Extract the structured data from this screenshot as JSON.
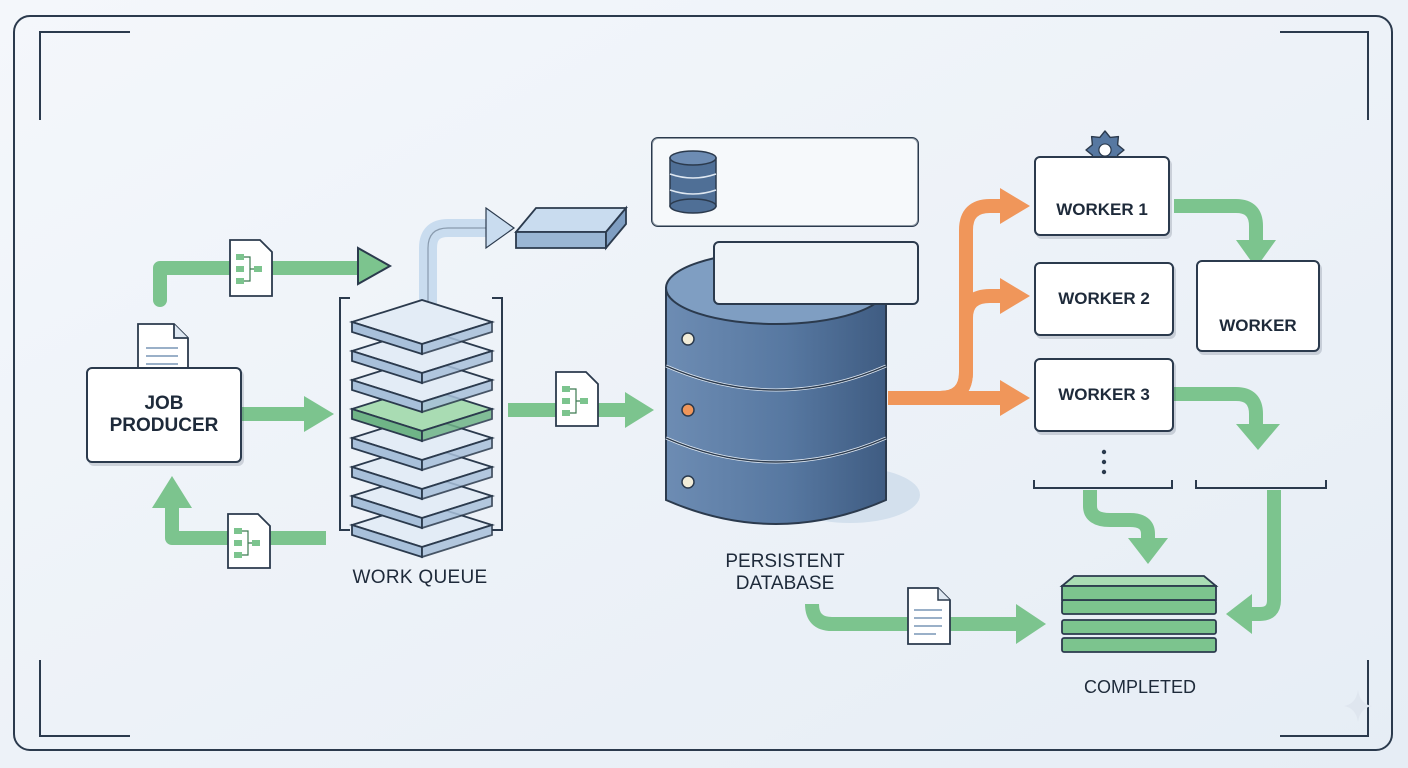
{
  "diagram": {
    "producer": {
      "label_line1": "JOB",
      "label_line2": "PRODUCER"
    },
    "queue": {
      "label": "WORK QUEUE"
    },
    "database": {
      "label_line1": "PERSISTENT",
      "label_line2": "DATABASE"
    },
    "workers": [
      {
        "label": "WORKER 1"
      },
      {
        "label": "WORKER 2"
      },
      {
        "label": "WORKER 3"
      }
    ],
    "extra_worker": {
      "label": "WORKER"
    },
    "completed": {
      "label": "COMPLETED"
    },
    "colors": {
      "flow_green": "#7cc48e",
      "flow_orange": "#f0965a",
      "db_blue": "#4f6f96",
      "outline": "#2b3a4d",
      "completed_green": "#7cc48e"
    }
  }
}
